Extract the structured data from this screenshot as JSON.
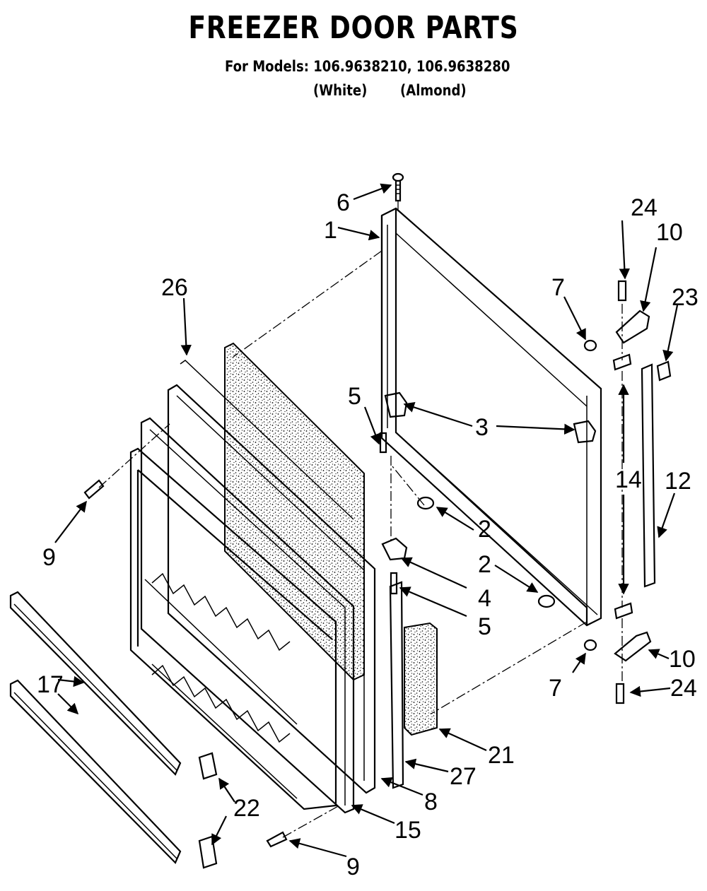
{
  "header": {
    "title": "FREEZER DOOR PARTS",
    "models_line": "For Models: 106.9638210, 106.9638280",
    "color_white": "(White)",
    "color_almond": "(Almond)"
  },
  "callouts": {
    "c1": "1",
    "c2a": "2",
    "c2b": "2",
    "c3": "3",
    "c4": "4",
    "c5a": "5",
    "c5b": "5",
    "c6": "6",
    "c7a": "7",
    "c7b": "7",
    "c8": "8",
    "c9a": "9",
    "c9b": "9",
    "c10a": "10",
    "c10b": "10",
    "c12": "12",
    "c14": "14",
    "c15": "15",
    "c17": "17",
    "c21": "21",
    "c22": "22",
    "c23": "23",
    "c24a": "24",
    "c24b": "24",
    "c26": "26",
    "c27": "27"
  }
}
